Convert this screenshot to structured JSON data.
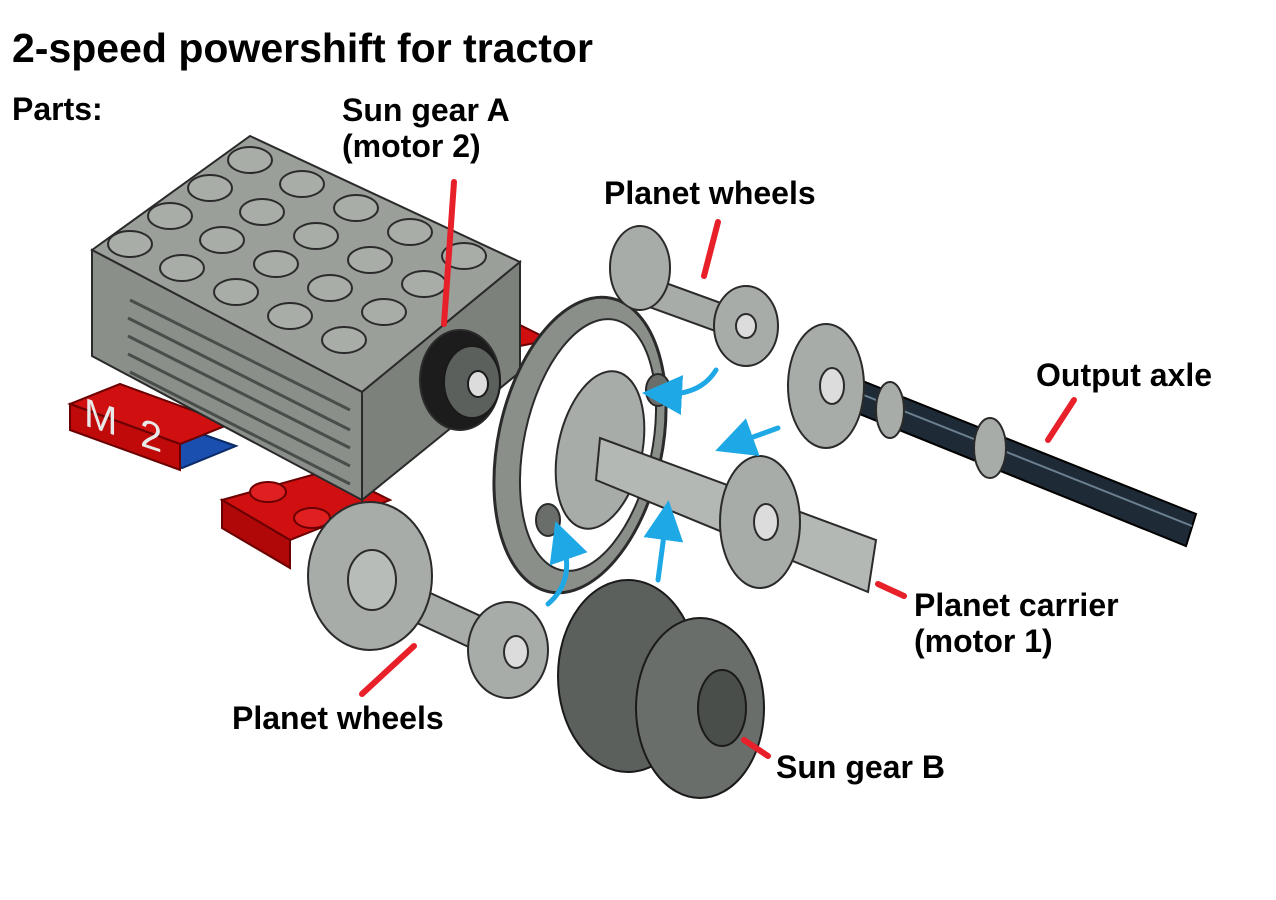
{
  "title": "2-speed powershift for tractor",
  "parts_heading": "Parts:",
  "labels": {
    "sun_gear_a_line1": "Sun gear A",
    "sun_gear_a_line2": "(motor 2)",
    "planet_wheels_top": "Planet wheels",
    "output_axle": "Output axle",
    "planet_carrier_line1": "Planet carrier",
    "planet_carrier_line2": "(motor 1)",
    "planet_wheels_bottom": "Planet wheels",
    "sun_gear_b": "Sun gear B"
  },
  "motor_markings": {
    "letter": "M",
    "digit": "2"
  },
  "colors": {
    "leader_line": "#e8202a",
    "arrow": "#1ea8e6",
    "motor_body": "#8a8f8a",
    "red_plate": "#d01010",
    "blue_plate": "#1a4fb0",
    "light_gear": "#a8aca8",
    "dark_gear": "#5c605c",
    "output_axle": "#1e2a36"
  }
}
